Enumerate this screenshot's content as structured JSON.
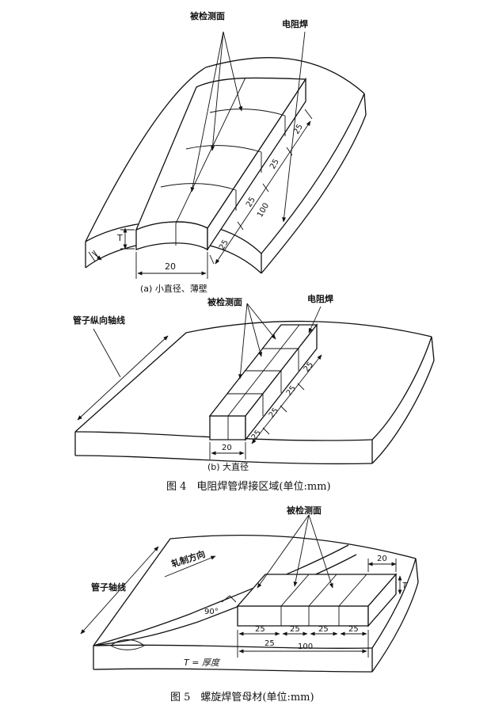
{
  "fig4": {
    "a": {
      "label_tested_faces": "被检测面",
      "label_erw_weld": "电阻焊",
      "dim_T": "T",
      "dim_20": "20",
      "dim_25_a": "25",
      "dim_25_b": "25",
      "dim_25_c": "25",
      "dim_25_d": "25",
      "dim_100": "100",
      "subcaption": "(a) 小直径、薄壁"
    },
    "b": {
      "label_tested_faces": "被检测面",
      "label_erw_weld": "电阻焊",
      "label_axis": "管子纵向轴线",
      "dim_20": "20",
      "dim_25_a": "25",
      "dim_25_b": "25",
      "dim_25_c": "25",
      "dim_25_d": "25",
      "subcaption": "(b) 大直径"
    },
    "caption": "图 4　电阻焊管焊接区域(单位:mm)"
  },
  "fig5": {
    "label_tested_faces": "被检测面",
    "label_rolling": "轧制方向",
    "label_axis": "管子轴线",
    "label_angle": "90°",
    "dim_20": "20",
    "dim_T": "T",
    "dim_25_a": "25",
    "dim_25_b": "25",
    "dim_25_c": "25",
    "dim_25_d": "25",
    "dim_25_e": "25",
    "dim_100": "100",
    "legend_T": "T = 厚度",
    "caption": "图 5　螺旋焊管母材(单位:mm)"
  }
}
